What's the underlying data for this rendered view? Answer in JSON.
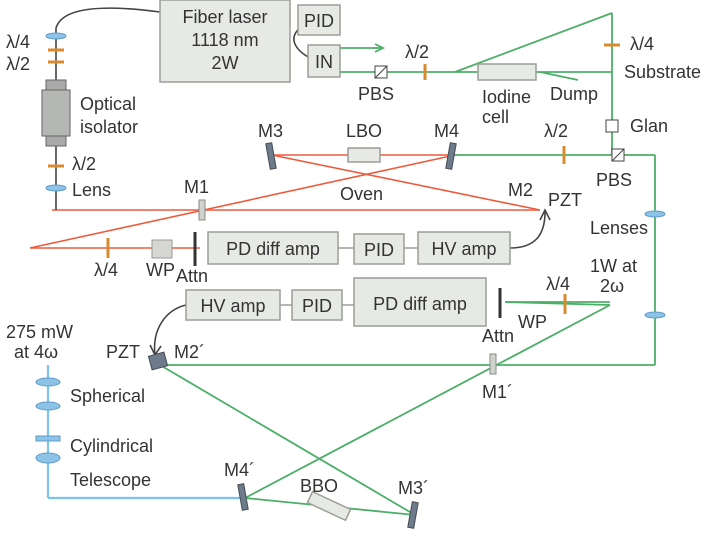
{
  "boxes": {
    "fiber_laser": [
      "Fiber laser",
      "1118 nm",
      "2W"
    ],
    "pid_top": "PID",
    "in": "IN",
    "iodine_cell": [
      "Iodine",
      "cell"
    ],
    "pd_diff_amp_1": "PD diff amp",
    "pid_1": "PID",
    "hv_amp_1": "HV amp",
    "hv_amp_2": "HV amp",
    "pid_2": "PID",
    "pd_diff_amp_2": "PD diff amp"
  },
  "labels": {
    "lambda4_top": "λ/4",
    "lambda2_top": "λ/2",
    "optical_isolator": [
      "Optical",
      "isolator"
    ],
    "lambda2_left": "λ/2",
    "lens": "Lens",
    "pbs_top": "PBS",
    "lambda2_mid": "λ/2",
    "dump": "Dump",
    "lambda4_right": "λ/4",
    "substrate": "Substrate",
    "glan": "Glan",
    "m3": "M3",
    "lbo": "LBO",
    "m4": "M4",
    "lambda2_lower": "λ/2",
    "pbs_lower": "PBS",
    "m1": "M1",
    "oven": "Oven",
    "m2": "M2",
    "pzt_right": "PZT",
    "lenses": "Lenses",
    "lambda4_left_low": "λ/4",
    "wp_left": "WP",
    "attn_left": "Attn",
    "output_2w": [
      "1W at",
      "2ω"
    ],
    "lambda4_right_low": "λ/4",
    "wp_right": "WP",
    "attn_right": "Attn",
    "output_4w": [
      "275 mW",
      "at 4ω"
    ],
    "pzt_left": "PZT",
    "m2p": "M2´",
    "m1p": "M1´",
    "spherical": "Spherical",
    "cylindrical": "Cylindrical",
    "telescope": "Telescope",
    "m4p": "M4´",
    "bbo": "BBO",
    "m3p": "M3´"
  },
  "colors": {
    "fundamental_beam": "#ee5a3c",
    "second_harmonic_beam": "#4caf67",
    "fourth_harmonic_beam": "#7cc4e8",
    "waveplate": "#d98a2c",
    "box_fill": "#e7e9e4"
  }
}
